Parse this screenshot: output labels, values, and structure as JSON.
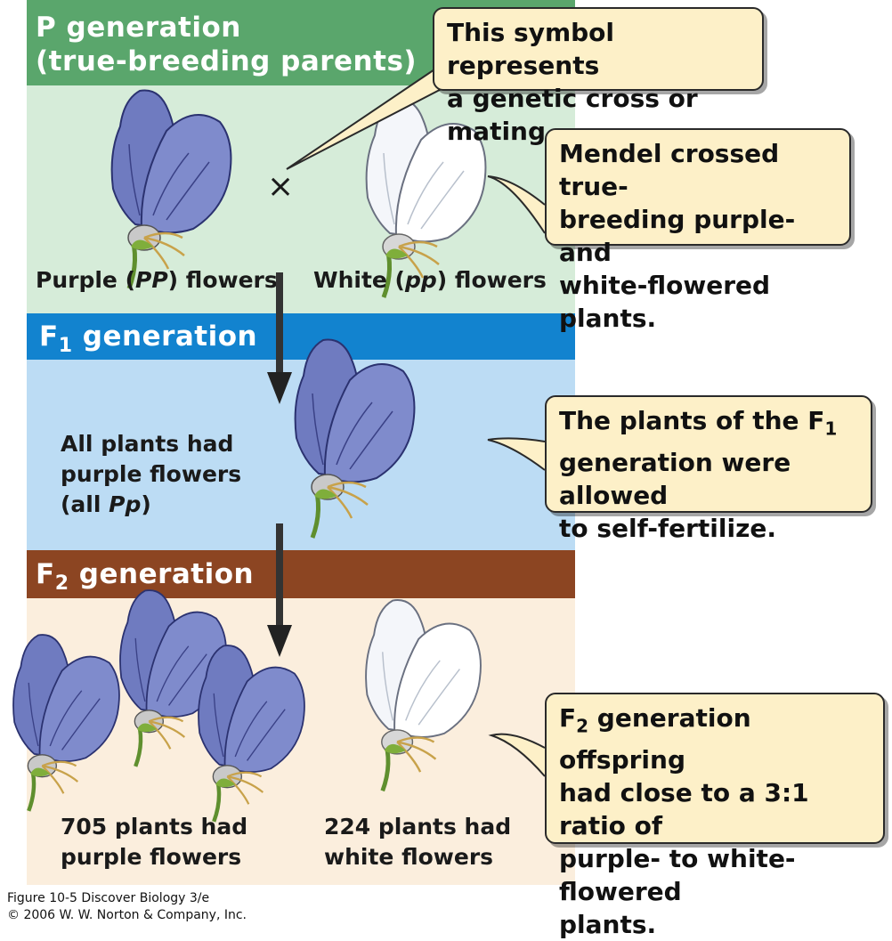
{
  "p_generation": {
    "title_line1": "P generation",
    "title_line2": "(true-breeding parents)",
    "purple_label_pre": "Purple (",
    "purple_label_geno": "PP",
    "purple_label_post": ") flowers",
    "white_label_pre": "White (",
    "white_label_geno": "pp",
    "white_label_post": ") flowers"
  },
  "f1_generation": {
    "title_f": "F",
    "title_sub": "1",
    "title_rest": " generation",
    "label_line1": "All plants had",
    "label_line2": "purple flowers",
    "label_line3_pre": "(all ",
    "label_line3_geno": "Pp",
    "label_line3_post": ")"
  },
  "f2_generation": {
    "title_f": "F",
    "title_sub": "2",
    "title_rest": " generation",
    "purple_count_line1": "705 plants had",
    "purple_count_line2": "purple flowers",
    "white_count_line1": "224 plants had",
    "white_count_line2": "white flowers"
  },
  "callouts": {
    "cross_symbol": {
      "line1": "This symbol represents",
      "line2": "a genetic cross or mating."
    },
    "mendel_cross": {
      "line1": "Mendel crossed true-",
      "line2": "breeding purple- and",
      "line3": "white-flowered plants."
    },
    "f1_self": {
      "line1_pre": "The plants of the F",
      "line1_sub": "1",
      "line2": "generation were allowed",
      "line3": "to self-fertilize."
    },
    "f2_ratio": {
      "line1_f": "F",
      "line1_sub": "2",
      "line1_rest": " generation offspring",
      "line2": "had close to a 3:1 ratio of",
      "line3": "purple- to white-flowered",
      "line4": "plants."
    }
  },
  "cross_symbol": "×",
  "credit": {
    "line1": "Figure 10-5  Discover Biology 3/e",
    "line2": "© 2006 W. W. Norton & Company, Inc."
  },
  "colors": {
    "p_header": "#5aa66c",
    "p_body": "#d6ecd9",
    "f1_header": "#1283cf",
    "f1_body": "#bcdcf4",
    "f2_header": "#8c4522",
    "f2_body": "#fbeedd",
    "callout_fill": "#fdf0c8",
    "purple_petal": "#6f7bc0",
    "white_petal": "#f4f6fa"
  },
  "icons": [
    "purple-flower-icon",
    "white-flower-icon",
    "cross-symbol-icon",
    "down-arrow-icon"
  ]
}
